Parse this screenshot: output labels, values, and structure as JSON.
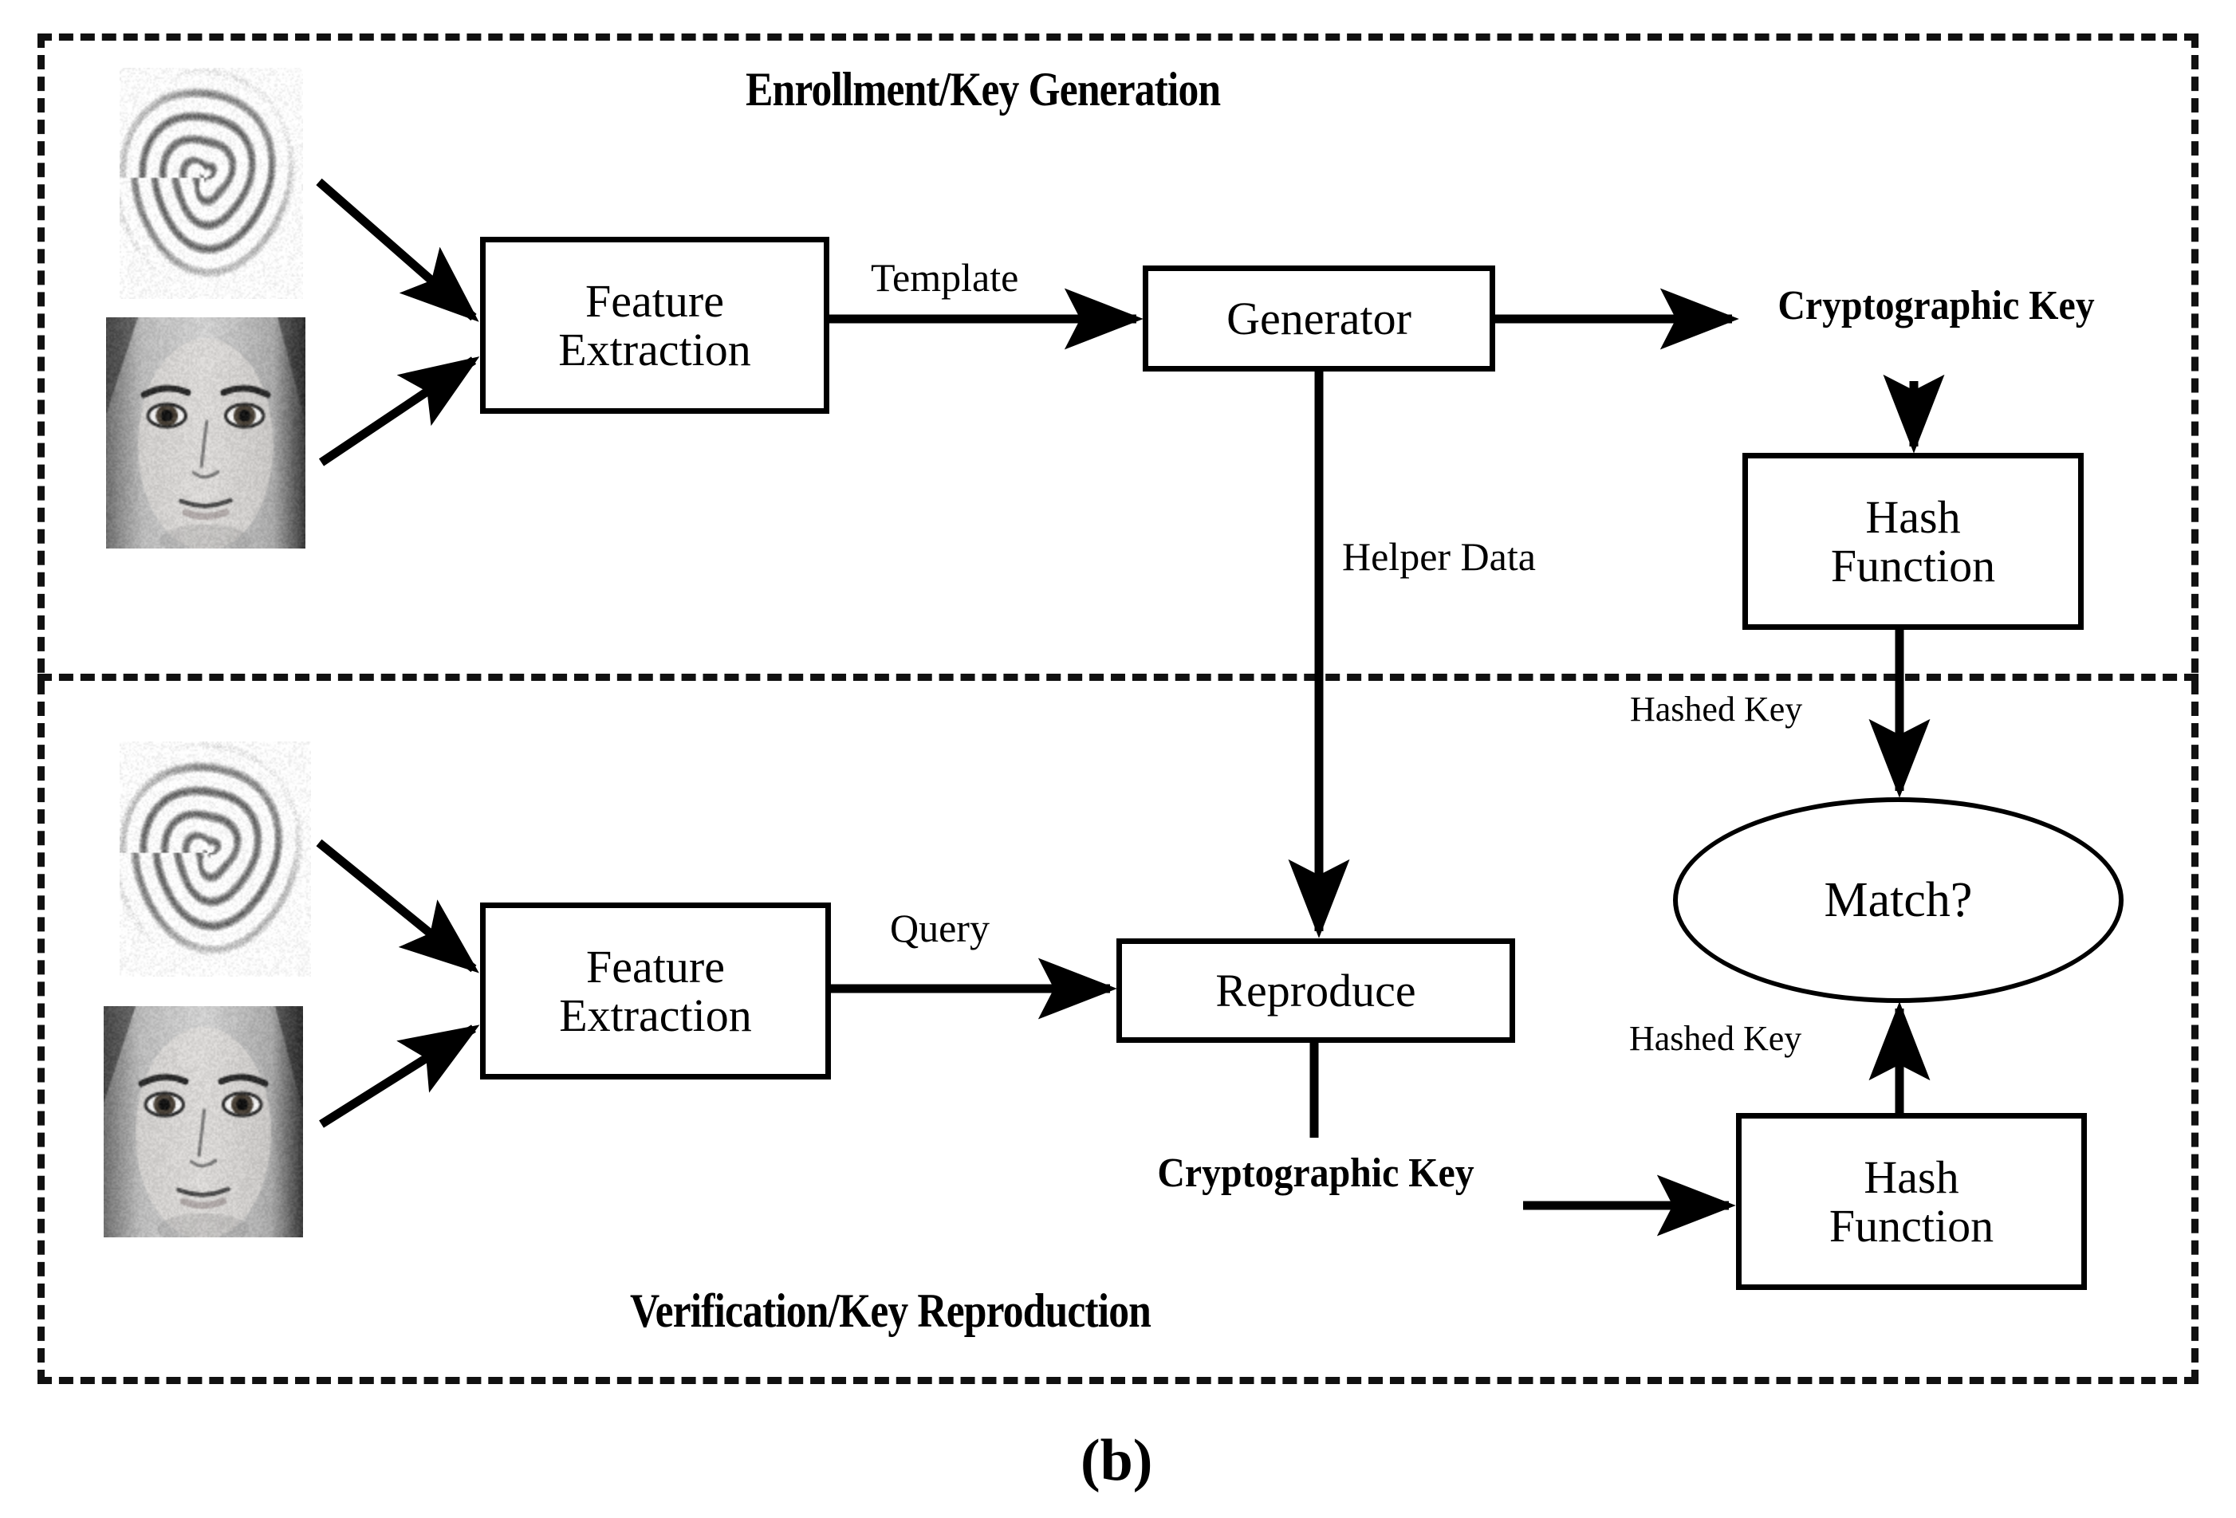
{
  "figure": {
    "caption": "(b)",
    "sections": [
      {
        "id": "enrollment",
        "title": "Enrollment/Key Generation"
      },
      {
        "id": "verification",
        "title": "Verification/Key Reproduction"
      }
    ]
  },
  "enrollment": {
    "title": "Enrollment/Key Generation",
    "inputs": [
      {
        "name": "fingerprint-sample",
        "alt": "Fingerprint biometric sample"
      },
      {
        "name": "face-sample",
        "alt": "Face biometric sample"
      }
    ],
    "nodes": {
      "feature_extraction": {
        "line1": "Feature",
        "line2": "Extraction"
      },
      "generator": {
        "label": "Generator"
      },
      "hash_function": {
        "line1": "Hash",
        "line2": "Function"
      }
    },
    "labels": {
      "template": "Template",
      "helper_data": "Helper Data",
      "cryptographic_key_line1": "Cryptographic",
      "cryptographic_key_line2": "Key",
      "hashed_key": "Hashed Key"
    }
  },
  "verification": {
    "title": "Verification/Key Reproduction",
    "inputs": [
      {
        "name": "fingerprint-sample",
        "alt": "Fingerprint biometric sample"
      },
      {
        "name": "face-sample",
        "alt": "Face biometric sample"
      }
    ],
    "nodes": {
      "feature_extraction": {
        "line1": "Feature",
        "line2": "Extraction"
      },
      "reproduce": {
        "label": "Reproduce"
      },
      "hash_function": {
        "line1": "Hash",
        "line2": "Function"
      },
      "match": {
        "label": "Match?"
      }
    },
    "labels": {
      "query": "Query",
      "cryptographic_key_line1": "Cryptographic",
      "cryptographic_key_line2": "Key",
      "hashed_key": "Hashed Key"
    }
  },
  "style": {
    "stroke": "#000000",
    "background": "#ffffff"
  }
}
